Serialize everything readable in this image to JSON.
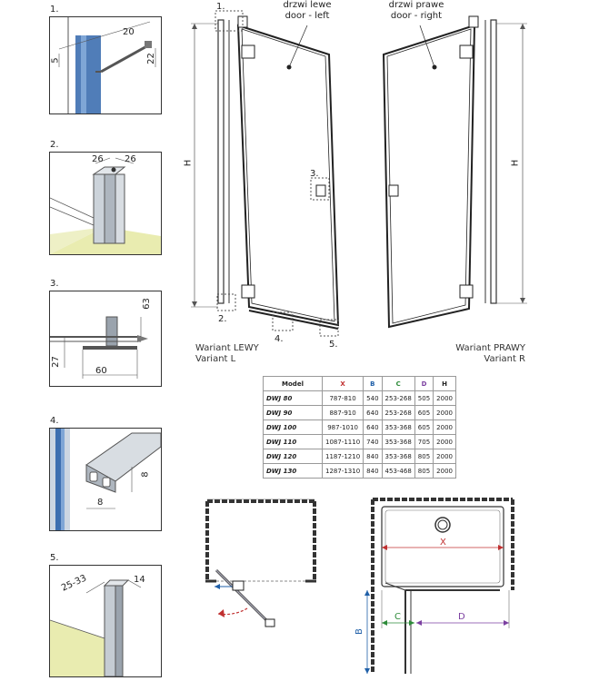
{
  "details": [
    {
      "number": "1.",
      "dims": [
        "20",
        "5",
        "22"
      ]
    },
    {
      "number": "2.",
      "dims": [
        "26",
        "26"
      ]
    },
    {
      "number": "3.",
      "dims": [
        "63",
        "27",
        "60"
      ]
    },
    {
      "number": "4.",
      "dims": [
        "8",
        "8"
      ]
    },
    {
      "number": "5.",
      "dims": [
        "25-33",
        "14"
      ]
    }
  ],
  "left_door": {
    "label_pl": "drzwi lewe",
    "label_en": "door - left",
    "height_label": "H",
    "callouts": [
      "1.",
      "2.",
      "3.",
      "4.",
      "5."
    ],
    "variant_pl": "Wariant LEWY",
    "variant_en": "Variant L"
  },
  "right_door": {
    "label_pl": "drzwi prawe",
    "label_en": "door - right",
    "height_label": "H",
    "variant_pl": "Wariant PRAWY",
    "variant_en": "Variant R"
  },
  "table": {
    "headers": [
      "Model",
      "X",
      "B",
      "C",
      "D",
      "H"
    ],
    "rows": [
      [
        "DWJ 80",
        "787-810",
        "540",
        "253-268",
        "505",
        "2000"
      ],
      [
        "DWJ 90",
        "887-910",
        "640",
        "253-268",
        "605",
        "2000"
      ],
      [
        "DWJ 100",
        "987-1010",
        "640",
        "353-368",
        "605",
        "2000"
      ],
      [
        "DWJ 110",
        "1087-1110",
        "740",
        "353-368",
        "705",
        "2000"
      ],
      [
        "DWJ 120",
        "1187-1210",
        "840",
        "353-368",
        "805",
        "2000"
      ],
      [
        "DWJ 130",
        "1287-1310",
        "840",
        "453-468",
        "805",
        "2000"
      ]
    ]
  },
  "plan": {
    "x_label": "X",
    "b_label": "B",
    "c_label": "C",
    "d_label": "D"
  },
  "colors": {
    "glass": "#3d6fb0",
    "floor": "#e9ecb0",
    "dim_red": "#c03030",
    "dim_blue": "#1f5fa8",
    "dim_green": "#2e8b3a",
    "dim_purple": "#7b3fa0"
  }
}
